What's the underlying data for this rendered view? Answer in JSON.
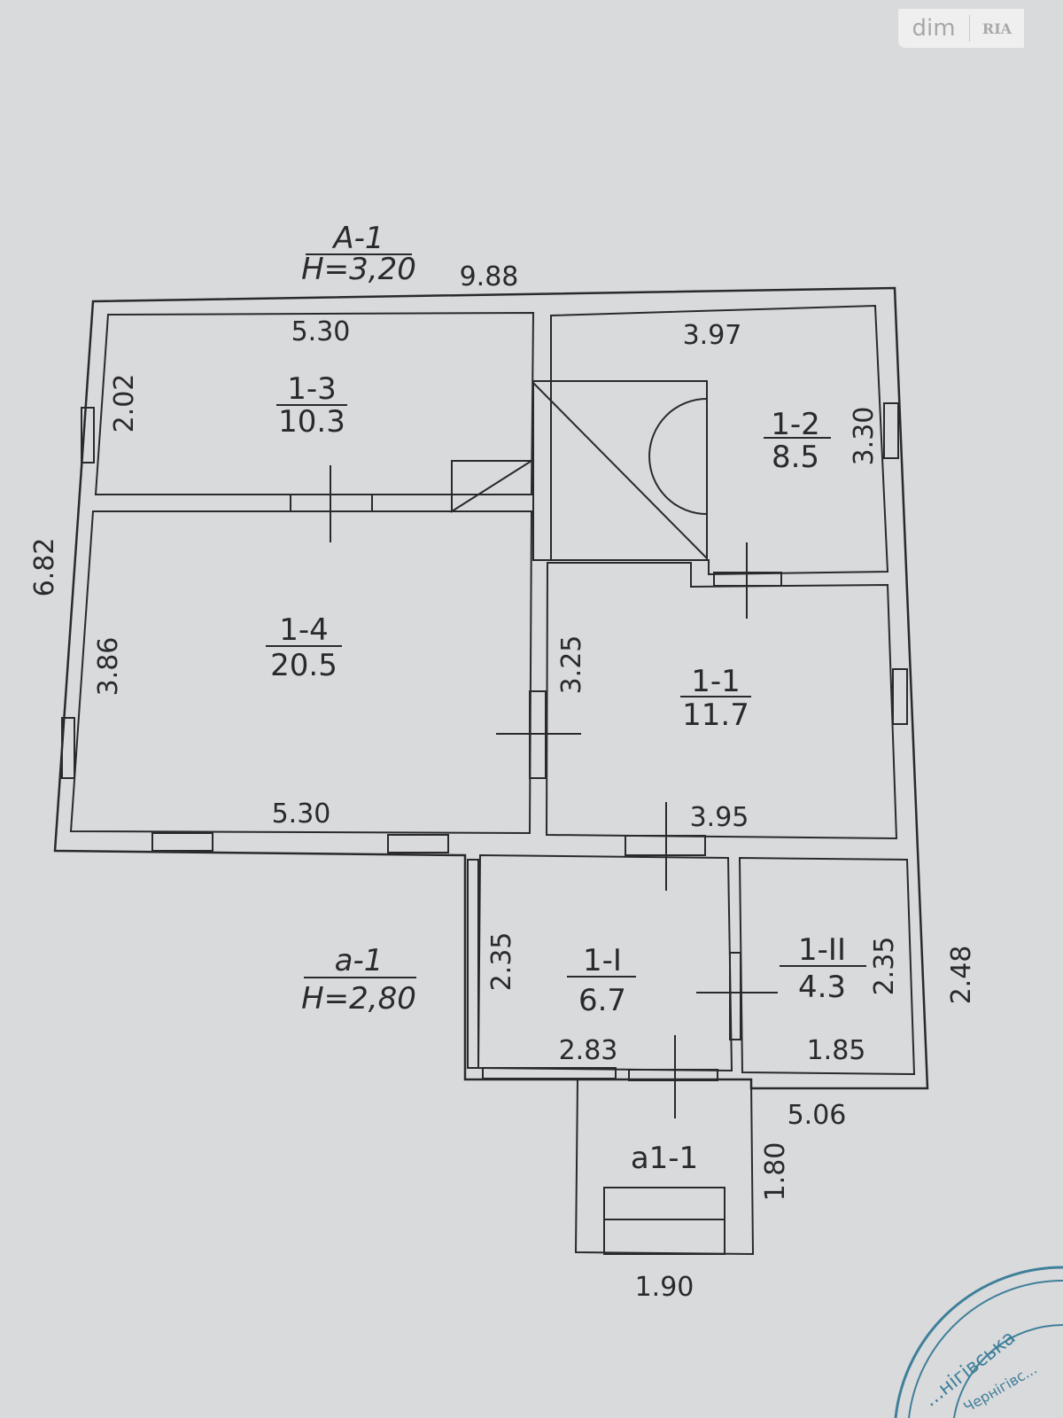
{
  "watermark": {
    "left": "dim",
    "right": "RIA"
  },
  "stamp": {
    "line1": "...нігівська",
    "line2": "Чернігівс..."
  },
  "building_main": {
    "name": "А-1",
    "height": "Н=3,20"
  },
  "building_ext": {
    "name": "а-1",
    "height": "Н=2,80"
  },
  "rooms": [
    {
      "id": "1-3",
      "area": "10.3"
    },
    {
      "id": "1-2",
      "area": "8.5"
    },
    {
      "id": "1-4",
      "area": "20.5"
    },
    {
      "id": "1-1",
      "area": "11.7"
    },
    {
      "id": "1-I",
      "area": "6.7"
    },
    {
      "id": "1-II",
      "area": "4.3"
    }
  ],
  "porch": {
    "id": "a1-1"
  },
  "dimensions": {
    "overall_width": "9.88",
    "overall_depth": "6.82",
    "r13_width": "5.30",
    "r13_depth": "2.02",
    "r12_width": "3.97",
    "r12_depth": "3.30",
    "r14_depth": "3.86",
    "r14_width": "5.30",
    "r11_depth": "3.25",
    "r11_width": "3.95",
    "rI_depth": "2.35",
    "rI_width": "2.83",
    "rII_depth": "2.35",
    "rII_width": "1.85",
    "ext_depth": "2.48",
    "ext_width": "5.06",
    "porch_depth": "1.80",
    "porch_width": "1.90"
  }
}
